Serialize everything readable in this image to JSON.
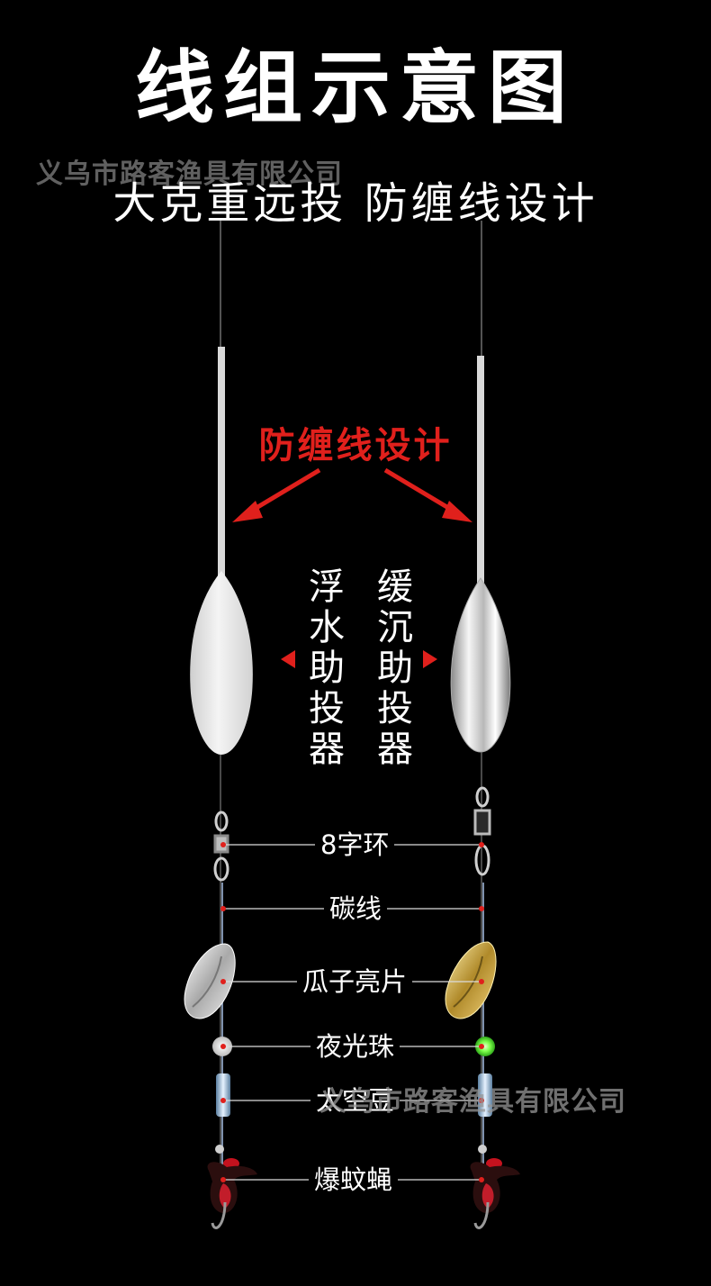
{
  "header": {
    "title": "线组示意图",
    "subtitle": "大克重远投 防缠线设计"
  },
  "watermark": {
    "top": "义乌市路客渔具有限公司",
    "bottom": "义乌市路客渔具有限公司"
  },
  "callout": {
    "text": "防缠线设计",
    "color": "#e0201c"
  },
  "casters": {
    "left_label": "浮\n水\n助\n投\n器",
    "right_label": "缓\n沉\n助\n投\n器"
  },
  "parts": [
    {
      "label": "8字环"
    },
    {
      "label": "碳线"
    },
    {
      "label": "瓜子亮片"
    },
    {
      "label": "夜光珠"
    },
    {
      "label": "太空豆"
    },
    {
      "label": "爆蚊蝇"
    }
  ],
  "colors": {
    "background": "#000000",
    "accent_red": "#e0201c",
    "glow_bead": "#7cff4a",
    "gold_spoon": "#d9b44a",
    "silver_spoon": "#d8d8d8"
  }
}
